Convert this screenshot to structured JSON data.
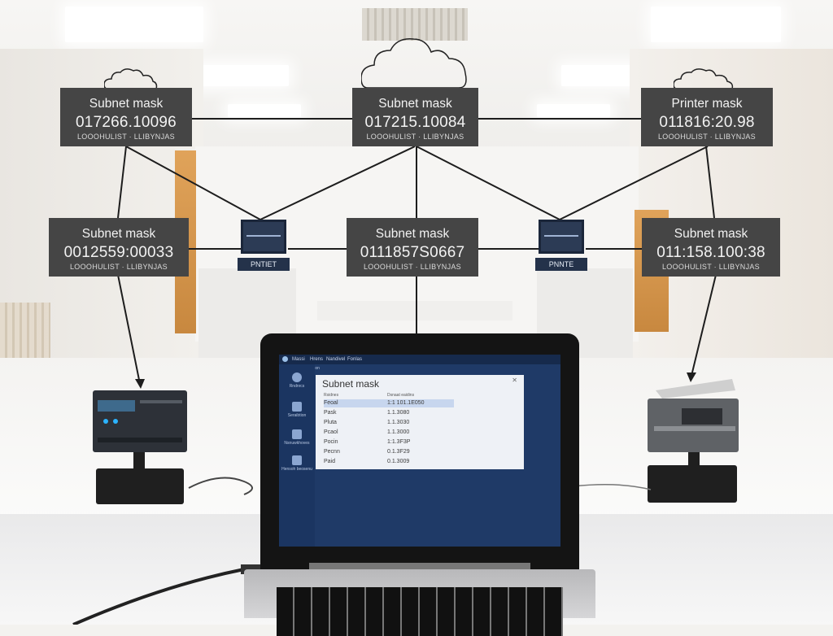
{
  "nodes": {
    "top_left": {
      "title": "Subnet mask",
      "value": "017266.10096",
      "sub": "LOOOHULIST  ·  LLIBYNJAS"
    },
    "top_center": {
      "title": "Subnet mask",
      "value": "017215.10084",
      "sub": "LOOOHULIST  ·  LLIBYNJAS"
    },
    "top_right": {
      "title": "Printer mask",
      "value": "011816:20.98",
      "sub": "LOOOHULIST  ·  LLIBYNJAS"
    },
    "mid_left": {
      "title": "Subnet mask",
      "value": "0012559:00033",
      "sub": "LOOOHULIST  ·  LLIBYNJAS"
    },
    "mid_center": {
      "title": "Subnet mask",
      "value": "0111857S0667",
      "sub": "LOOOHULIST  ·  LLIBYNJAS"
    },
    "mid_right": {
      "title": "Subnet mask",
      "value": "011:158.100:38",
      "sub": "LOOOHULIST  ·  LLIBYNJAS"
    }
  },
  "switches": {
    "left": {
      "label": "PNTIET"
    },
    "right": {
      "label": "PNNTE"
    }
  },
  "laptop": {
    "tabs": [
      "Massi",
      "Hrens",
      "Nandivel",
      "Fonlas"
    ],
    "path": "Nlbnatsion",
    "sidebar": [
      {
        "label": "Rndnrcs"
      },
      {
        "label": "Seraibtion"
      },
      {
        "label": "Nsnuwkhoves"
      },
      {
        "label": "Hensoh beosenu"
      }
    ],
    "dialog": {
      "title": "Subnet mask",
      "col1": "Rsidnes",
      "col2": "Dsnaat eaidins",
      "rows": [
        {
          "name": "Feoal",
          "value": "1:1  101.1E050"
        },
        {
          "name": "Pask",
          "value": "1.1.3080"
        },
        {
          "name": "Pluta",
          "value": "1.1.3030"
        },
        {
          "name": "Pcaol",
          "value": "1.1.3000"
        },
        {
          "name": "Pocin",
          "value": "1:1.3F3P"
        },
        {
          "name": "Pecnn",
          "value": "0.1.3F29"
        },
        {
          "name": "Paid",
          "value": "0.1.3009"
        }
      ]
    }
  }
}
